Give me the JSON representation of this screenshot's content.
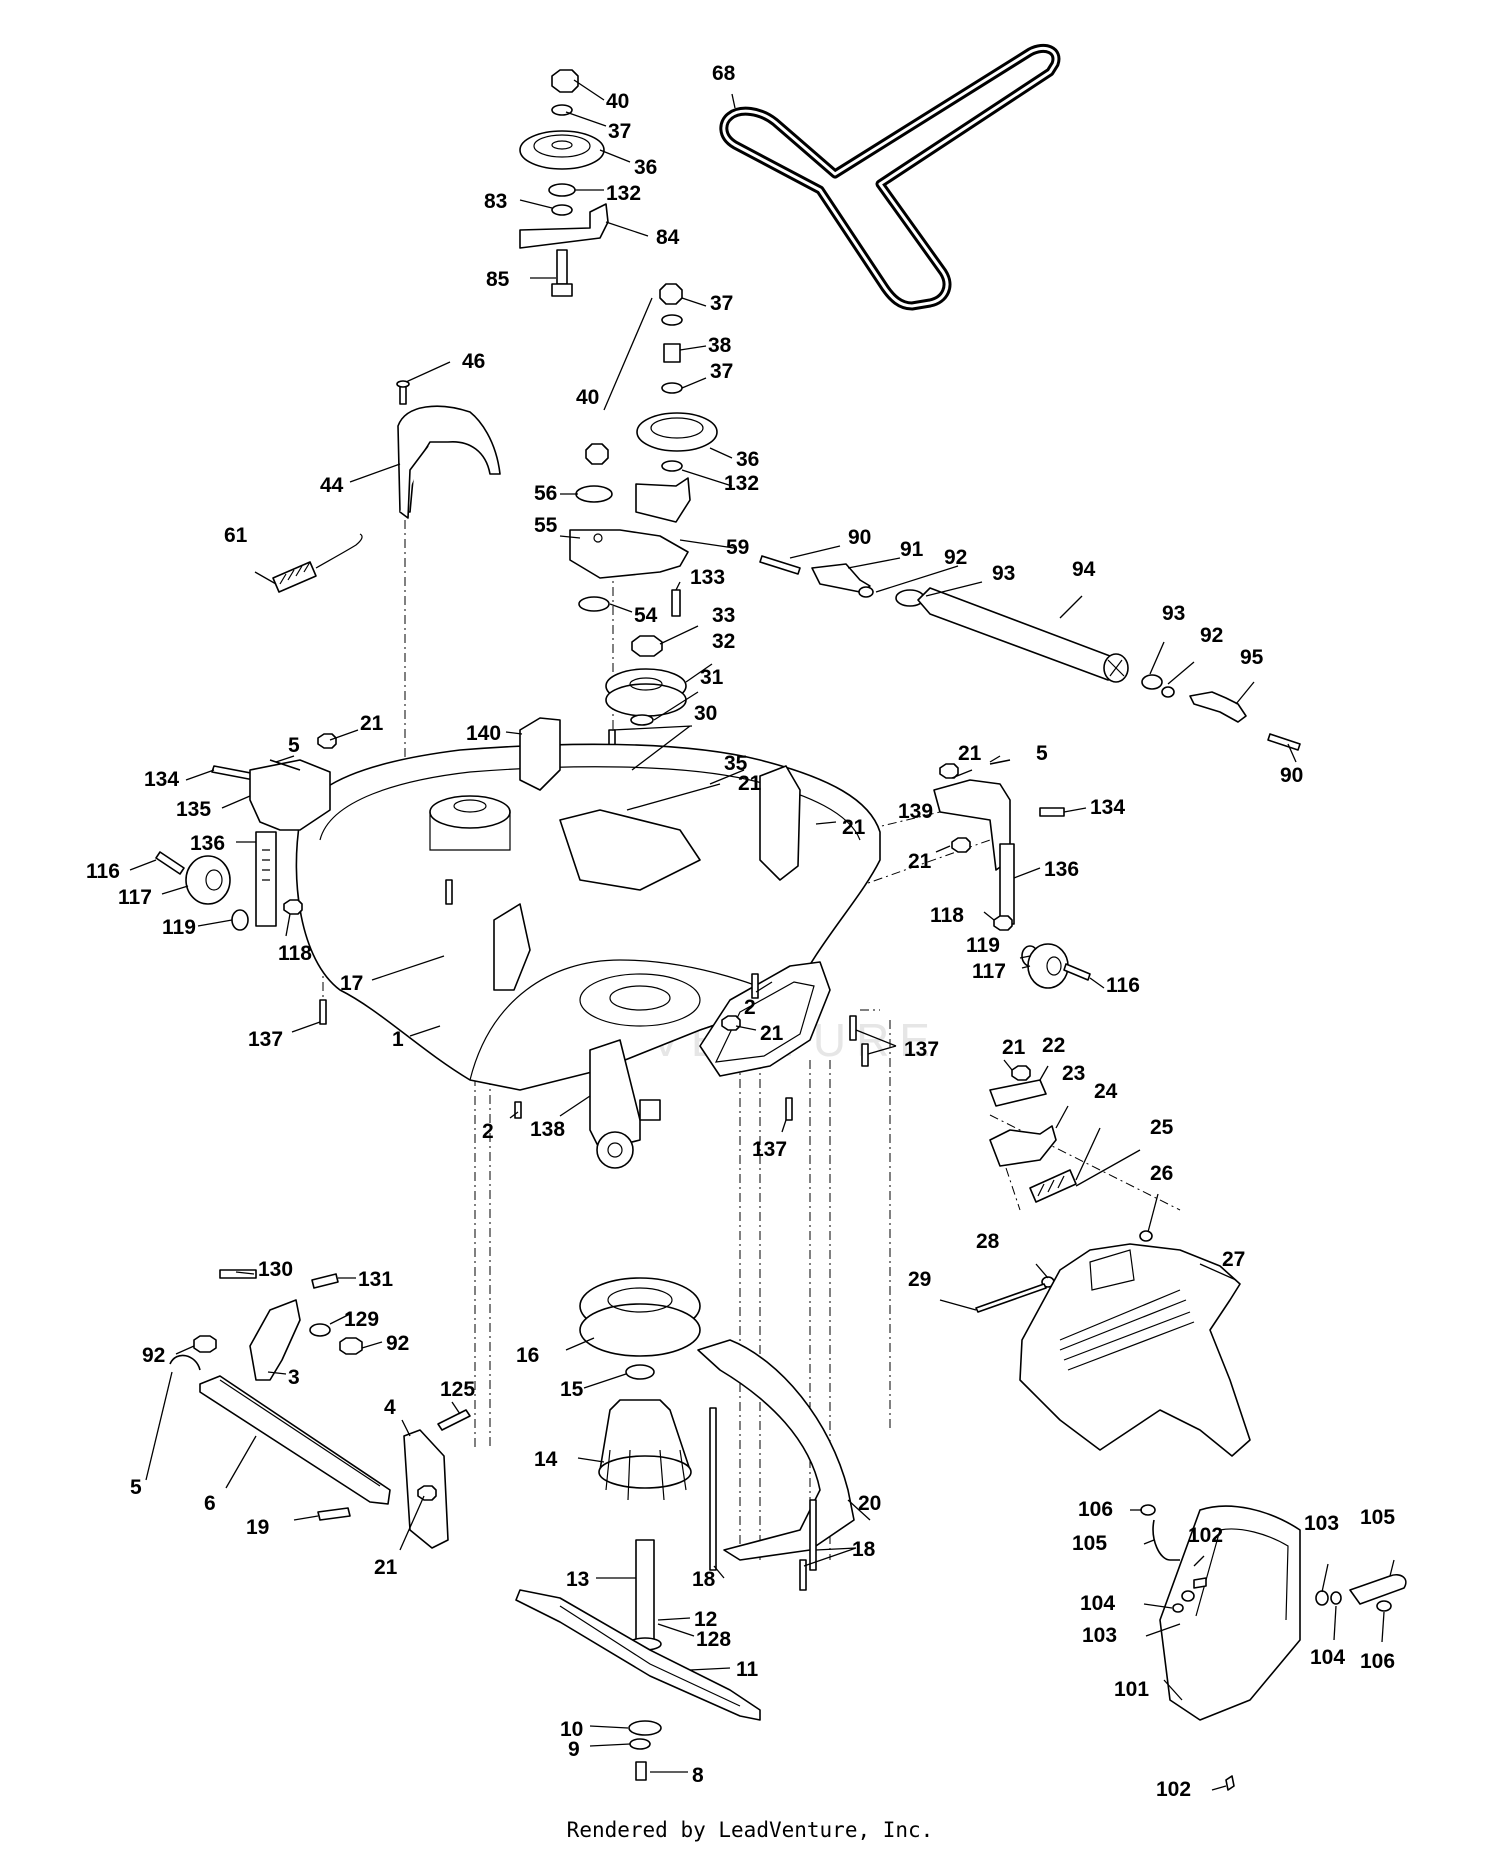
{
  "watermark": "LEADVENTURE",
  "footer": "Rendered by LeadVenture, Inc.",
  "callouts": [
    {
      "id": "c40a",
      "text": "40"
    },
    {
      "id": "c37a",
      "text": "37"
    },
    {
      "id": "c36a",
      "text": "36"
    },
    {
      "id": "c132a",
      "text": "132"
    },
    {
      "id": "c83",
      "text": "83"
    },
    {
      "id": "c84",
      "text": "84"
    },
    {
      "id": "c85",
      "text": "85"
    },
    {
      "id": "c68",
      "text": "68"
    },
    {
      "id": "c37b",
      "text": "37"
    },
    {
      "id": "c38",
      "text": "38"
    },
    {
      "id": "c37c",
      "text": "37"
    },
    {
      "id": "c40b",
      "text": "40"
    },
    {
      "id": "c36b",
      "text": "36"
    },
    {
      "id": "c132b",
      "text": "132"
    },
    {
      "id": "c46",
      "text": "46"
    },
    {
      "id": "c44",
      "text": "44"
    },
    {
      "id": "c56",
      "text": "56"
    },
    {
      "id": "c55",
      "text": "55"
    },
    {
      "id": "c59",
      "text": "59"
    },
    {
      "id": "c61",
      "text": "61"
    },
    {
      "id": "c90a",
      "text": "90"
    },
    {
      "id": "c91",
      "text": "91"
    },
    {
      "id": "c92a",
      "text": "92"
    },
    {
      "id": "c93a",
      "text": "93"
    },
    {
      "id": "c94",
      "text": "94"
    },
    {
      "id": "c93b",
      "text": "93"
    },
    {
      "id": "c92b",
      "text": "92"
    },
    {
      "id": "c95",
      "text": "95"
    },
    {
      "id": "c90b",
      "text": "90"
    },
    {
      "id": "c133",
      "text": "133"
    },
    {
      "id": "c54",
      "text": "54"
    },
    {
      "id": "c33",
      "text": "33"
    },
    {
      "id": "c32",
      "text": "32"
    },
    {
      "id": "c31",
      "text": "31"
    },
    {
      "id": "c30",
      "text": "30"
    },
    {
      "id": "c35",
      "text": "35"
    },
    {
      "id": "c140",
      "text": "140"
    },
    {
      "id": "c5a",
      "text": "5"
    },
    {
      "id": "c21a",
      "text": "21"
    },
    {
      "id": "c134a",
      "text": "134"
    },
    {
      "id": "c135",
      "text": "135"
    },
    {
      "id": "c136a",
      "text": "136"
    },
    {
      "id": "c116a",
      "text": "116"
    },
    {
      "id": "c117a",
      "text": "117"
    },
    {
      "id": "c119a",
      "text": "119"
    },
    {
      "id": "c118a",
      "text": "118"
    },
    {
      "id": "c17",
      "text": "17"
    },
    {
      "id": "c137a",
      "text": "137"
    },
    {
      "id": "c1",
      "text": "1"
    },
    {
      "id": "c21b",
      "text": "21"
    },
    {
      "id": "c21c",
      "text": "21"
    },
    {
      "id": "c21d",
      "text": "21"
    },
    {
      "id": "c5b",
      "text": "5"
    },
    {
      "id": "c139",
      "text": "139"
    },
    {
      "id": "c134b",
      "text": "134"
    },
    {
      "id": "c21e",
      "text": "21"
    },
    {
      "id": "c136b",
      "text": "136"
    },
    {
      "id": "c118b",
      "text": "118"
    },
    {
      "id": "c119b",
      "text": "119"
    },
    {
      "id": "c117b",
      "text": "117"
    },
    {
      "id": "c116b",
      "text": "116"
    },
    {
      "id": "c2a",
      "text": "2"
    },
    {
      "id": "c21f",
      "text": "21"
    },
    {
      "id": "c137b",
      "text": "137"
    },
    {
      "id": "c2b",
      "text": "2"
    },
    {
      "id": "c138",
      "text": "138"
    },
    {
      "id": "c137c",
      "text": "137"
    },
    {
      "id": "c21g",
      "text": "21"
    },
    {
      "id": "c22",
      "text": "22"
    },
    {
      "id": "c23",
      "text": "23"
    },
    {
      "id": "c24",
      "text": "24"
    },
    {
      "id": "c25",
      "text": "25"
    },
    {
      "id": "c26",
      "text": "26"
    },
    {
      "id": "c28",
      "text": "28"
    },
    {
      "id": "c29",
      "text": "29"
    },
    {
      "id": "c27",
      "text": "27"
    },
    {
      "id": "c130",
      "text": "130"
    },
    {
      "id": "c131",
      "text": "131"
    },
    {
      "id": "c129",
      "text": "129"
    },
    {
      "id": "c92c",
      "text": "92"
    },
    {
      "id": "c92d",
      "text": "92"
    },
    {
      "id": "c3",
      "text": "3"
    },
    {
      "id": "c4",
      "text": "4"
    },
    {
      "id": "c125",
      "text": "125"
    },
    {
      "id": "c5c",
      "text": "5"
    },
    {
      "id": "c6",
      "text": "6"
    },
    {
      "id": "c19",
      "text": "19"
    },
    {
      "id": "c21h",
      "text": "21"
    },
    {
      "id": "c16",
      "text": "16"
    },
    {
      "id": "c15",
      "text": "15"
    },
    {
      "id": "c14",
      "text": "14"
    },
    {
      "id": "c20",
      "text": "20"
    },
    {
      "id": "c18a",
      "text": "18"
    },
    {
      "id": "c18b",
      "text": "18"
    },
    {
      "id": "c13",
      "text": "13"
    },
    {
      "id": "c12",
      "text": "12"
    },
    {
      "id": "c128",
      "text": "128"
    },
    {
      "id": "c11",
      "text": "11"
    },
    {
      "id": "c10",
      "text": "10"
    },
    {
      "id": "c9",
      "text": "9"
    },
    {
      "id": "c8",
      "text": "8"
    },
    {
      "id": "c106a",
      "text": "106"
    },
    {
      "id": "c102a",
      "text": "102"
    },
    {
      "id": "c103a",
      "text": "103"
    },
    {
      "id": "c105a",
      "text": "105"
    },
    {
      "id": "c105b",
      "text": "105"
    },
    {
      "id": "c104a",
      "text": "104"
    },
    {
      "id": "c103b",
      "text": "103"
    },
    {
      "id": "c104b",
      "text": "104"
    },
    {
      "id": "c106b",
      "text": "106"
    },
    {
      "id": "c101",
      "text": "101"
    },
    {
      "id": "c102b",
      "text": "102"
    }
  ]
}
